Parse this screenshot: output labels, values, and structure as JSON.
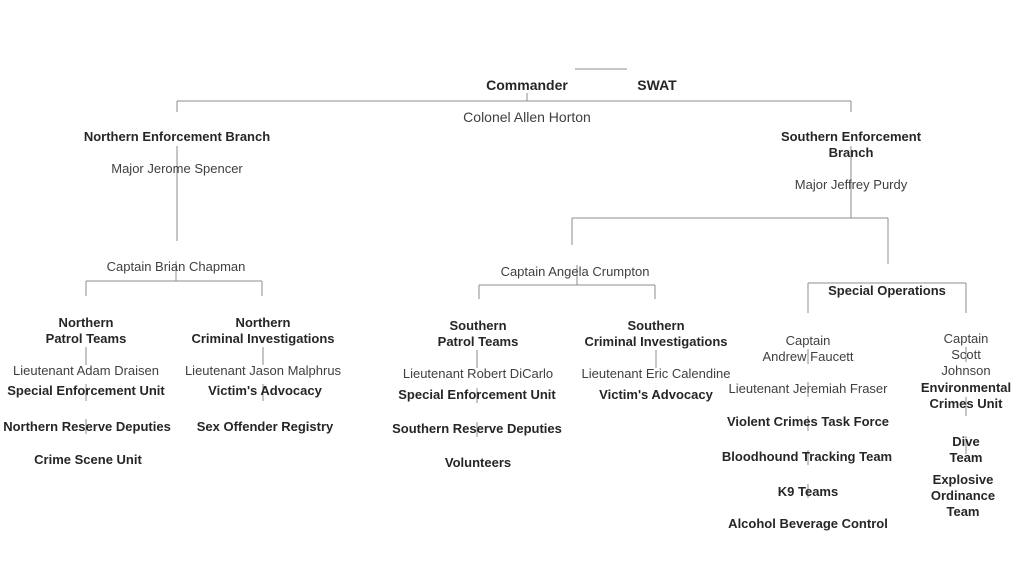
{
  "colors": {
    "background": "#ffffff",
    "connector_line": "#8c8c8c",
    "unit_title_text": "#262626",
    "leader_name_text": "#3f3f3f"
  },
  "org": {
    "commander": {
      "title": "Commander",
      "name": "Colonel Allen Horton"
    },
    "swat": {
      "title": "SWAT"
    },
    "northern_branch": {
      "title": "Northern Enforcement Branch",
      "name": "Major Jerome Spencer"
    },
    "southern_branch": {
      "title": "Southern Enforcement Branch",
      "name": "Major Jeffrey Purdy"
    },
    "captain_chapman": {
      "name": "Captain Brian Chapman"
    },
    "captain_crumpton": {
      "name": "Captain Angela Crumpton"
    },
    "special_operations": {
      "title": "Special Operations"
    },
    "northern_patrol": {
      "title": "Northern\nPatrol Teams",
      "name": "Lieutenant Adam Draisen"
    },
    "northern_criminal": {
      "title": "Northern\nCriminal Investigations",
      "name": "Lieutenant Jason Malphrus"
    },
    "southern_patrol": {
      "title": "Southern\nPatrol Teams",
      "name": "Lieutenant Robert DiCarlo"
    },
    "southern_criminal": {
      "title": "Southern\nCriminal Investigations",
      "name": "Lieutenant Eric Calendine"
    },
    "captain_faucett": {
      "name": "Captain\nAndrew Faucett"
    },
    "captain_johnson": {
      "name": "Captain\nScott Johnson"
    },
    "northern_seu": {
      "title": "Special Enforcement Unit"
    },
    "northern_reserve": {
      "title": "Northern Reserve Deputies"
    },
    "crime_scene_unit": {
      "title": "Crime Scene Unit"
    },
    "northern_victims_advocacy": {
      "title": "Victim's Advocacy"
    },
    "sex_offender_registry": {
      "title": "Sex Offender Registry"
    },
    "southern_seu": {
      "title": "Special Enforcement Unit"
    },
    "southern_reserve": {
      "title": "Southern Reserve Deputies"
    },
    "volunteers": {
      "title": "Volunteers"
    },
    "southern_victims_advocacy": {
      "title": "Victim's Advocacy"
    },
    "lt_fraser": {
      "name": "Lieutenant Jeremiah Fraser"
    },
    "violent_crimes": {
      "title": "Violent Crimes Task Force"
    },
    "bloodhound": {
      "title": "Bloodhound Tracking Team"
    },
    "k9_teams": {
      "title": "K9 Teams"
    },
    "alcohol_beverage": {
      "title": "Alcohol Beverage Control"
    },
    "environmental": {
      "title": "Environmental\nCrimes Unit"
    },
    "dive_team": {
      "title": "Dive Team"
    },
    "explosive_ordinance": {
      "title": "Explosive Ordinance\nTeam"
    }
  }
}
